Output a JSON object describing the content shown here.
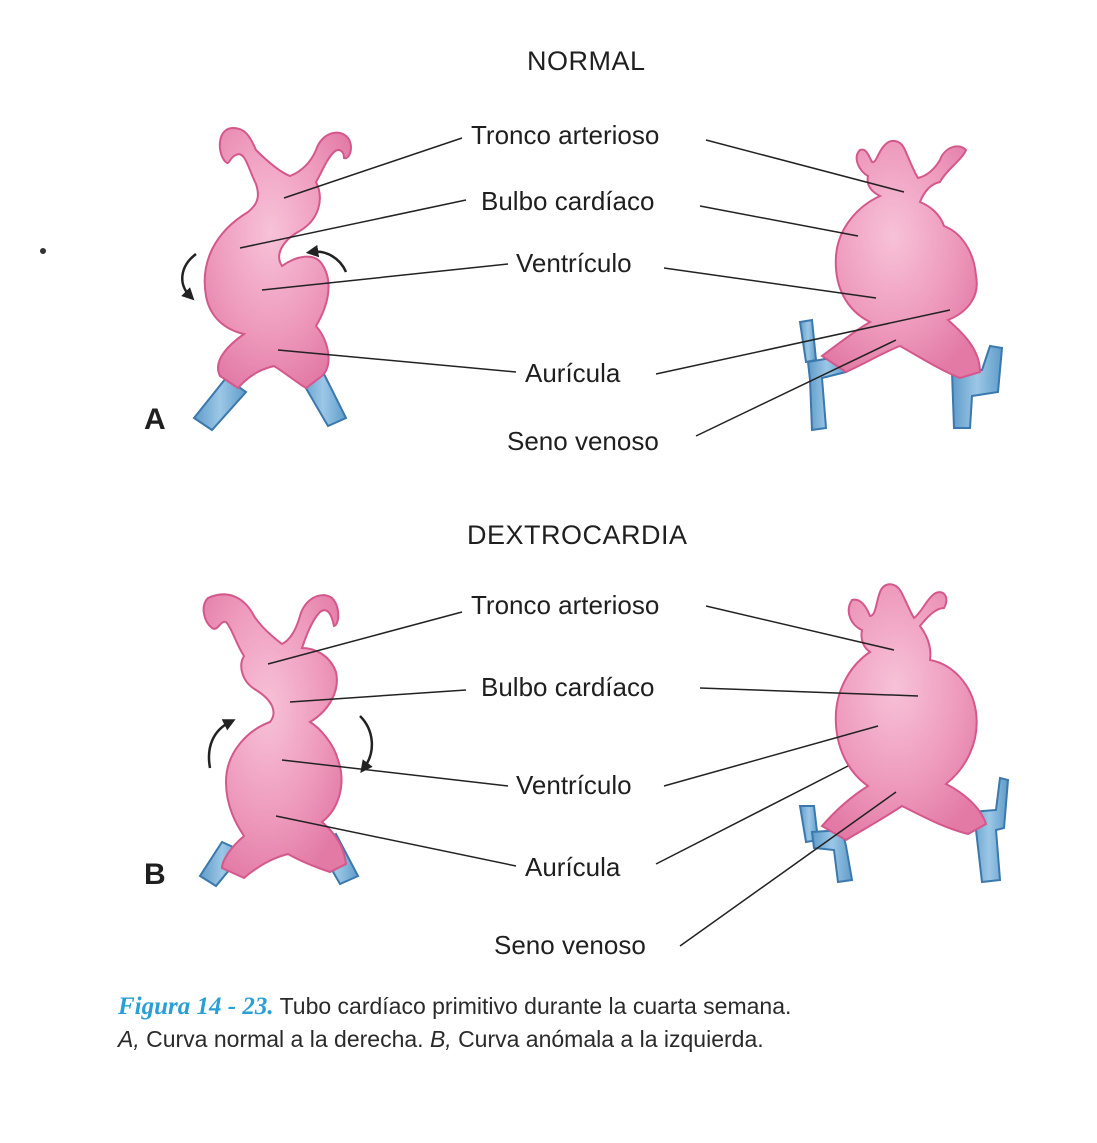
{
  "sections": {
    "normal": {
      "title": "NORMAL",
      "panel": "A"
    },
    "dextro": {
      "title": "DEXTROCARDIA",
      "panel": "B"
    }
  },
  "labels": {
    "truncus": "Tronco arterioso",
    "bulbus": "Bulbo cardíaco",
    "ventricle": "Ventrículo",
    "atrium": "Aurícula",
    "sinus": "Seno venoso"
  },
  "caption": {
    "figure_number": "Figura 14 - 23.",
    "text": "Tubo cardíaco primitivo durante la cuarta semana.",
    "a_letter": "A,",
    "a_text": "Curva normal a la derecha.",
    "b_letter": "B,",
    "b_text": "Curva anómala a la izquierda."
  },
  "colors": {
    "heart_fill": "#ef9ec0",
    "heart_stroke": "#d4588c",
    "vessel_fill": "#7fb3d8",
    "vessel_stroke": "#3a78ad",
    "figure_number": "#2a9fd6"
  }
}
